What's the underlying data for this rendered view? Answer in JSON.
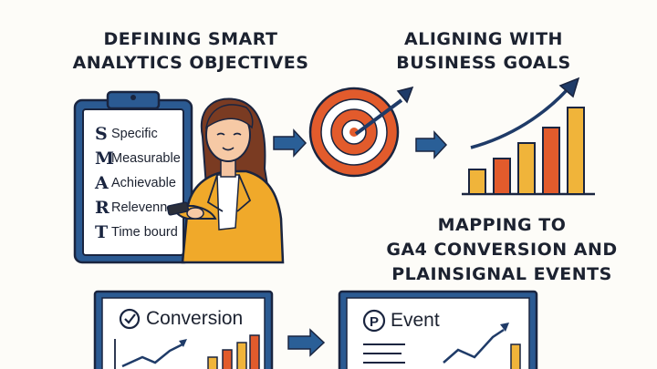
{
  "sections": {
    "smart_title": [
      "DEFINING SMART",
      "ANALYTICS OBJECTIVES"
    ],
    "business_title": [
      "ALIGNING WITH",
      "BUSINESS GOALS"
    ],
    "mapping_title": [
      "MAPPING TO",
      "GA4 CONVERSION AND",
      "PLAINSIGNAL EVENTS"
    ]
  },
  "smart": [
    {
      "letter": "S",
      "word": "Specific"
    },
    {
      "letter": "M",
      "word": "Measurable"
    },
    {
      "letter": "A",
      "word": "Achievable"
    },
    {
      "letter": "R",
      "word": "Relevenn"
    },
    {
      "letter": "T",
      "word": "Time bourd"
    }
  ],
  "panels": {
    "conversion": {
      "label": "Conversion",
      "icon": "check-circle-icon"
    },
    "event": {
      "label": "Event",
      "icon": "p-circle-icon"
    }
  },
  "colors": {
    "navy": "#1f3b68",
    "blue_arrow": "#2a5f97",
    "orange": "#e07b2a",
    "yellow": "#f0b43a",
    "red_orange": "#e25b2c",
    "panel_bg": "#ffffff"
  }
}
